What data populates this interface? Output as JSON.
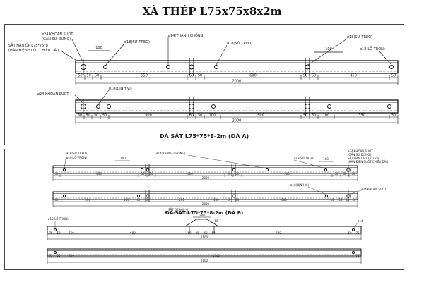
{
  "title": "XÀ THÉP L75x75x8x2m",
  "part_a": {
    "caption": "ĐÀ SẮT L75*75*8-2m (ĐÀ A)",
    "bar1": {
      "labels": {
        "hole24": "ø24 KHOAN SUỐT",
        "hole24_sub": "(GẮN SỨ ĐỨNG)",
        "plate": "SẮT HÀN ỐP L75*75*8",
        "plate_sub": "(HÀN ĐIỆN SUỐT CHIỀU DÀI)",
        "hole18_a": "ø18(SỨ TREO)",
        "hole14": "ø14(THANH CHỐNG)",
        "hole18_b": "ø18(SỨ TREO)",
        "hole18_c": "ø18(SỨ TREO)",
        "hole18_d": "ø18(LỖ TRÒN)"
      },
      "top_dims": [
        "100",
        "100"
      ],
      "segments": [
        "50",
        "50",
        "50",
        "550",
        "50",
        "50",
        "600",
        "50",
        "50",
        "450",
        "50"
      ],
      "total": "2000"
    },
    "bar2": {
      "labels": {
        "hole24": "ø24 KHOAN SUỐT",
        "hole18": "ø18(ĐỊNH VỊ)"
      },
      "segments": [
        "50",
        "50",
        "50",
        "50",
        "500",
        "50",
        "50",
        "100",
        "500",
        "50",
        "50",
        "100",
        "350",
        "50"
      ],
      "total": "2000"
    }
  },
  "part_b": {
    "caption": "ĐÀ SẮT L75*75*8-2m (ĐÀ B)",
    "bar1": {
      "labels": {
        "hole18_a": "ø18(SỨ TREO)",
        "hole18_b": "ø18(LỖ TRÒN)",
        "hole14": "ø14(THANH CHỐNG)",
        "hole18_c": "ø18(SỨ TREO)",
        "hole24": "ø24 KHOAN SUỐT",
        "hole24_sub": "(GẮN SỨ ĐỨNG)",
        "plate": "SẮT HÀN ỐP L75*75*8",
        "plate_sub": "(HÀN ĐIỆN SUỐT CHIỀU DÀI)"
      },
      "top_dims": [
        "100",
        "100"
      ],
      "segments": [
        "50",
        "450",
        "50",
        "50",
        "500",
        "50",
        "50",
        "500",
        "50",
        "50",
        "50"
      ],
      "total": "2000"
    },
    "bar2": {
      "labels": {
        "hole18": "ø18(ĐỊNH VỊ)",
        "hole24": "ø24 KHOAN SUỐT"
      },
      "segments": [
        "50",
        "350",
        "100",
        "50",
        "50",
        "500",
        "100",
        "50",
        "50",
        "500",
        "50",
        "50",
        "50",
        "50"
      ],
      "total": "2000"
    },
    "bar3": {
      "labels": {
        "hole18": "ø18(LỖ TRÒN)",
        "plate": "SẮT DẸP 60*6",
        "plate_sub": "(HÀN ĐIỆN LIÊN KẾT)",
        "hole14": "ø14"
      },
      "top_dims": [
        "300",
        "60"
      ],
      "segments": [
        "75",
        "50",
        "750",
        "600",
        "60",
        "80",
        "60",
        "50",
        "740",
        "50",
        "75"
      ],
      "total": "2100"
    },
    "bar4": {
      "segments": [
        "75",
        "50",
        "750",
        "1700",
        "75"
      ],
      "total": "2100"
    }
  }
}
